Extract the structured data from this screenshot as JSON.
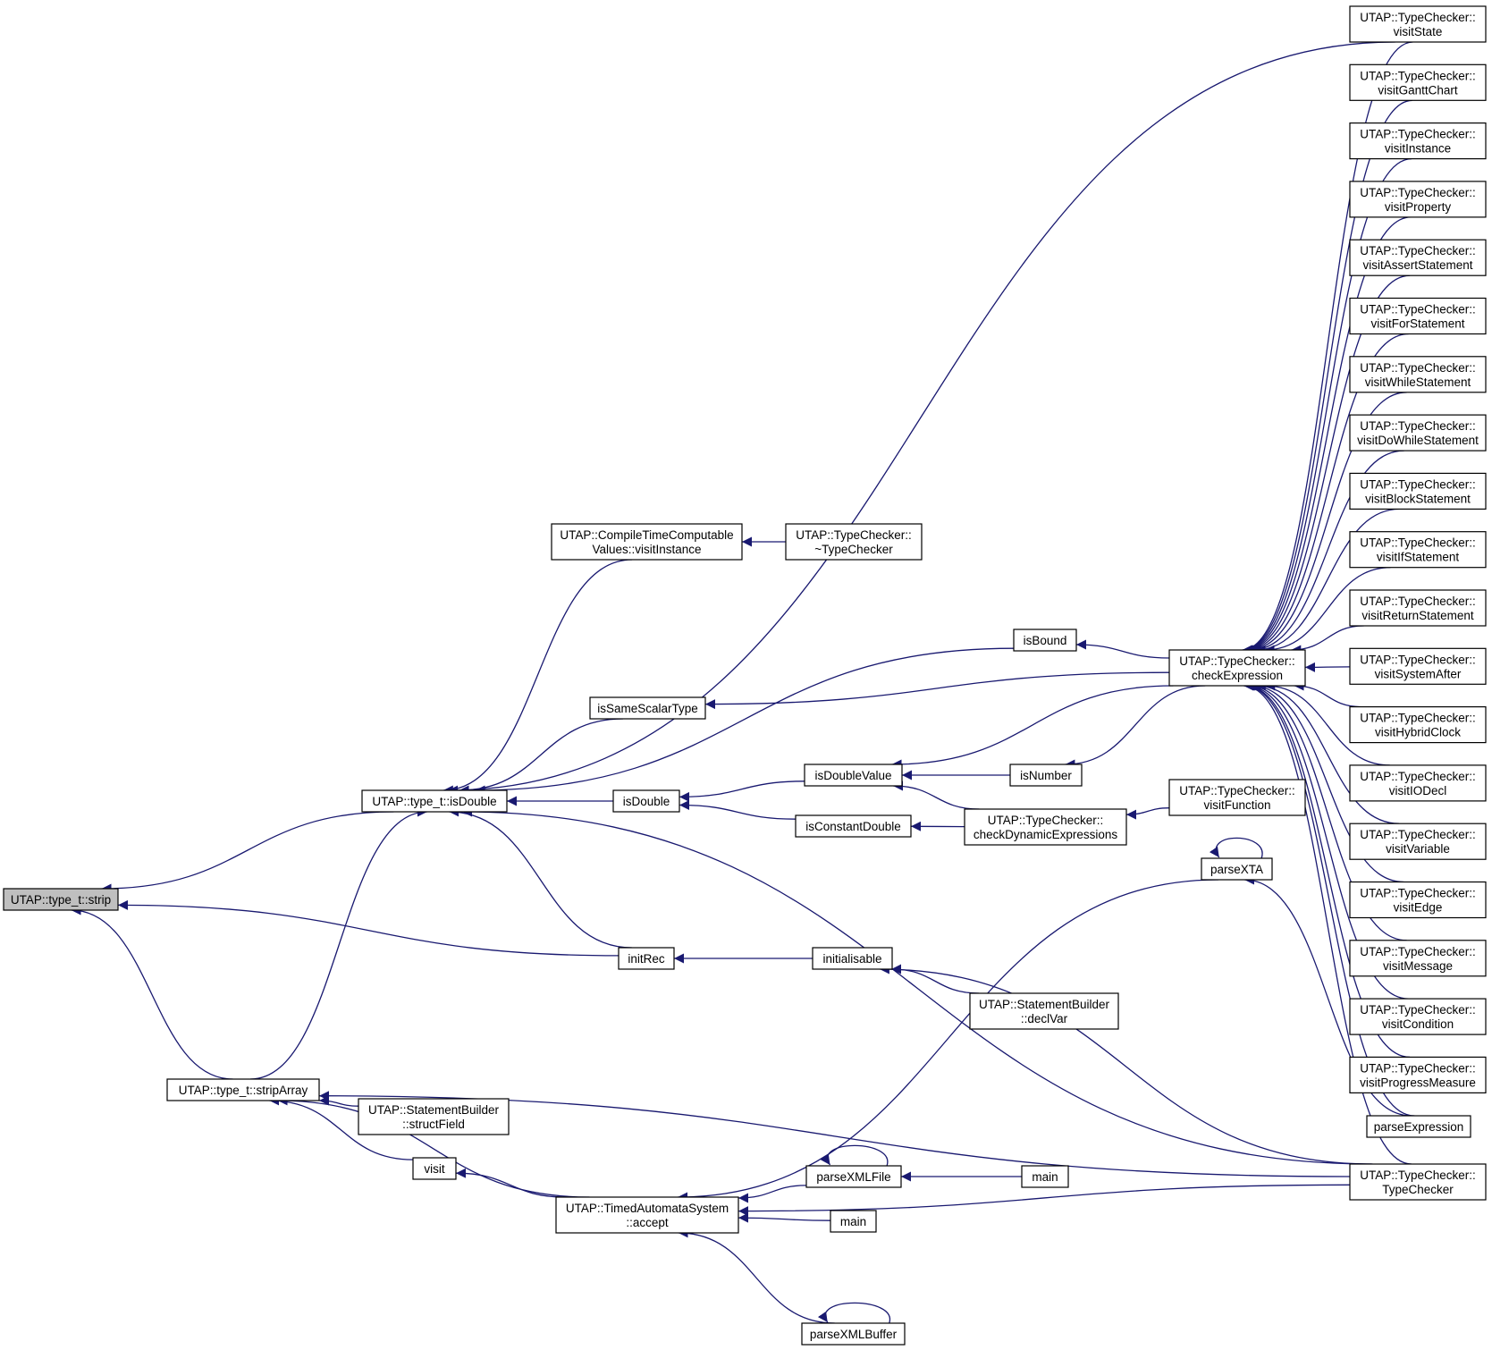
{
  "graph": {
    "nodes": [
      {
        "id": "strip",
        "lines": [
          "UTAP::type_t::strip"
        ],
        "root": true
      },
      {
        "id": "isDoubleT",
        "lines": [
          "UTAP::type_t::isDouble"
        ]
      },
      {
        "id": "stripArray",
        "lines": [
          "UTAP::type_t::stripArray"
        ]
      },
      {
        "id": "ctcv",
        "lines": [
          "UTAP::CompileTimeComputable",
          "Values::visitInstance"
        ]
      },
      {
        "id": "dtor",
        "lines": [
          "UTAP::TypeChecker::",
          "~TypeChecker"
        ]
      },
      {
        "id": "isSameScalarType",
        "lines": [
          "isSameScalarType"
        ]
      },
      {
        "id": "isDouble",
        "lines": [
          "isDouble"
        ]
      },
      {
        "id": "initRec",
        "lines": [
          "initRec"
        ]
      },
      {
        "id": "isBound",
        "lines": [
          "isBound"
        ]
      },
      {
        "id": "isDoubleValue",
        "lines": [
          "isDoubleValue"
        ]
      },
      {
        "id": "isConstantDouble",
        "lines": [
          "isConstantDouble"
        ]
      },
      {
        "id": "isNumber",
        "lines": [
          "isNumber"
        ]
      },
      {
        "id": "checkDyn",
        "lines": [
          "UTAP::TypeChecker::",
          "checkDynamicExpressions"
        ]
      },
      {
        "id": "visitFunction",
        "lines": [
          "UTAP::TypeChecker::",
          "visitFunction"
        ]
      },
      {
        "id": "checkExpr",
        "lines": [
          "UTAP::TypeChecker::",
          "checkExpression"
        ]
      },
      {
        "id": "initialisable",
        "lines": [
          "initialisable"
        ]
      },
      {
        "id": "declVar",
        "lines": [
          "UTAP::StatementBuilder",
          "::declVar"
        ]
      },
      {
        "id": "structField",
        "lines": [
          "UTAP::StatementBuilder",
          "::structField"
        ]
      },
      {
        "id": "visit",
        "lines": [
          "visit"
        ]
      },
      {
        "id": "accept",
        "lines": [
          "UTAP::TimedAutomataSystem",
          "::accept"
        ]
      },
      {
        "id": "parseXTA",
        "lines": [
          "parseXTA"
        ]
      },
      {
        "id": "parseXMLFile",
        "lines": [
          "parseXMLFile"
        ]
      },
      {
        "id": "main1",
        "lines": [
          "main"
        ]
      },
      {
        "id": "main2",
        "lines": [
          "main"
        ]
      },
      {
        "id": "parseXMLBuffer",
        "lines": [
          "parseXMLBuffer"
        ]
      },
      {
        "id": "parseExpression",
        "lines": [
          "parseExpression"
        ]
      },
      {
        "id": "tcCtor",
        "lines": [
          "UTAP::TypeChecker::",
          "TypeChecker"
        ]
      },
      {
        "id": "vState",
        "lines": [
          "UTAP::TypeChecker::",
          "visitState"
        ]
      },
      {
        "id": "vGantt",
        "lines": [
          "UTAP::TypeChecker::",
          "visitGanttChart"
        ]
      },
      {
        "id": "vInstance",
        "lines": [
          "UTAP::TypeChecker::",
          "visitInstance"
        ]
      },
      {
        "id": "vProperty",
        "lines": [
          "UTAP::TypeChecker::",
          "visitProperty"
        ]
      },
      {
        "id": "vAssert",
        "lines": [
          "UTAP::TypeChecker::",
          "visitAssertStatement"
        ]
      },
      {
        "id": "vFor",
        "lines": [
          "UTAP::TypeChecker::",
          "visitForStatement"
        ]
      },
      {
        "id": "vWhile",
        "lines": [
          "UTAP::TypeChecker::",
          "visitWhileStatement"
        ]
      },
      {
        "id": "vDoWhile",
        "lines": [
          "UTAP::TypeChecker::",
          "visitDoWhileStatement"
        ]
      },
      {
        "id": "vBlock",
        "lines": [
          "UTAP::TypeChecker::",
          "visitBlockStatement"
        ]
      },
      {
        "id": "vIf",
        "lines": [
          "UTAP::TypeChecker::",
          "visitIfStatement"
        ]
      },
      {
        "id": "vReturn",
        "lines": [
          "UTAP::TypeChecker::",
          "visitReturnStatement"
        ]
      },
      {
        "id": "vSysAfter",
        "lines": [
          "UTAP::TypeChecker::",
          "visitSystemAfter"
        ]
      },
      {
        "id": "vHybrid",
        "lines": [
          "UTAP::TypeChecker::",
          "visitHybridClock"
        ]
      },
      {
        "id": "vIODecl",
        "lines": [
          "UTAP::TypeChecker::",
          "visitIODecl"
        ]
      },
      {
        "id": "vVariable",
        "lines": [
          "UTAP::TypeChecker::",
          "visitVariable"
        ]
      },
      {
        "id": "vEdge",
        "lines": [
          "UTAP::TypeChecker::",
          "visitEdge"
        ]
      },
      {
        "id": "vMessage",
        "lines": [
          "UTAP::TypeChecker::",
          "visitMessage"
        ]
      },
      {
        "id": "vCondition",
        "lines": [
          "UTAP::TypeChecker::",
          "visitCondition"
        ]
      },
      {
        "id": "vProgress",
        "lines": [
          "UTAP::TypeChecker::",
          "visitProgressMeasure"
        ]
      }
    ],
    "edges": [
      [
        "strip",
        "isDoubleT"
      ],
      [
        "strip",
        "initRec"
      ],
      [
        "strip",
        "stripArray"
      ],
      [
        "isDoubleT",
        "ctcv"
      ],
      [
        "isDoubleT",
        "vState"
      ],
      [
        "isDoubleT",
        "isBound"
      ],
      [
        "isDoubleT",
        "isSameScalarType"
      ],
      [
        "isDoubleT",
        "isDouble"
      ],
      [
        "isDoubleT",
        "initRec"
      ],
      [
        "isDoubleT",
        "tcCtor"
      ],
      [
        "isDoubleT",
        "stripArray"
      ],
      [
        "ctcv",
        "dtor"
      ],
      [
        "isBound",
        "checkExpr"
      ],
      [
        "isSameScalarType",
        "checkExpr"
      ],
      [
        "isDouble",
        "isDoubleValue"
      ],
      [
        "isDouble",
        "isConstantDouble"
      ],
      [
        "isDoubleValue",
        "checkExpr"
      ],
      [
        "isDoubleValue",
        "isNumber"
      ],
      [
        "isDoubleValue",
        "checkDyn"
      ],
      [
        "isConstantDouble",
        "checkDyn"
      ],
      [
        "isNumber",
        "checkExpr"
      ],
      [
        "checkDyn",
        "visitFunction"
      ],
      [
        "initRec",
        "initialisable"
      ],
      [
        "initialisable",
        "tcCtor"
      ],
      [
        "initialisable",
        "declVar"
      ],
      [
        "stripArray",
        "tcCtor"
      ],
      [
        "stripArray",
        "structField"
      ],
      [
        "stripArray",
        "visit"
      ],
      [
        "stripArray",
        "accept"
      ],
      [
        "visit",
        "accept"
      ],
      [
        "accept",
        "parseXTA"
      ],
      [
        "accept",
        "parseXMLFile"
      ],
      [
        "accept",
        "main2"
      ],
      [
        "accept",
        "tcCtor"
      ],
      [
        "accept",
        "parseXMLBuffer"
      ],
      [
        "parseXTA",
        "parseXTA"
      ],
      [
        "parseXTA",
        "parseExpression"
      ],
      [
        "parseXMLFile",
        "parseXMLFile"
      ],
      [
        "parseXMLFile",
        "main1"
      ],
      [
        "parseXMLBuffer",
        "parseXMLBuffer"
      ],
      [
        "checkExpr",
        "vState"
      ],
      [
        "checkExpr",
        "vGantt"
      ],
      [
        "checkExpr",
        "vInstance"
      ],
      [
        "checkExpr",
        "vProperty"
      ],
      [
        "checkExpr",
        "vAssert"
      ],
      [
        "checkExpr",
        "vFor"
      ],
      [
        "checkExpr",
        "vWhile"
      ],
      [
        "checkExpr",
        "vDoWhile"
      ],
      [
        "checkExpr",
        "vBlock"
      ],
      [
        "checkExpr",
        "vIf"
      ],
      [
        "checkExpr",
        "vReturn"
      ],
      [
        "checkExpr",
        "vSysAfter"
      ],
      [
        "checkExpr",
        "vHybrid"
      ],
      [
        "checkExpr",
        "vIODecl"
      ],
      [
        "checkExpr",
        "vVariable"
      ],
      [
        "checkExpr",
        "vEdge"
      ],
      [
        "checkExpr",
        "vMessage"
      ],
      [
        "checkExpr",
        "vCondition"
      ],
      [
        "checkExpr",
        "vProgress"
      ],
      [
        "checkExpr",
        "parseExpression"
      ],
      [
        "checkExpr",
        "tcCtor"
      ]
    ]
  }
}
